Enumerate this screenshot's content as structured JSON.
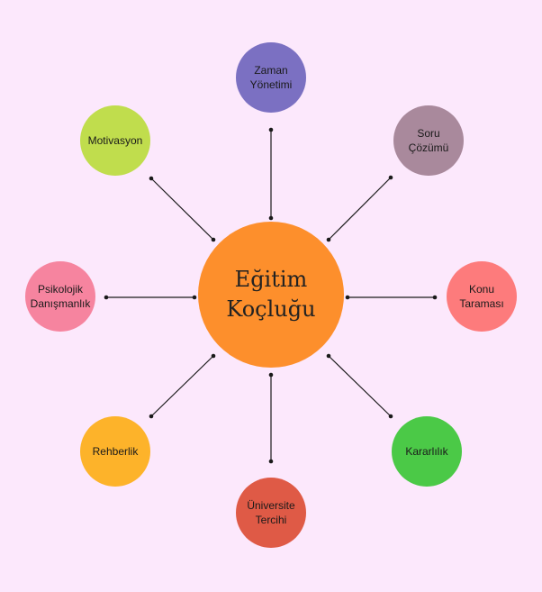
{
  "center": {
    "label": "Eğitim\nKoçluğu",
    "color": "#fd8f2c"
  },
  "nodes": [
    {
      "id": "zaman-yonetimi",
      "label": "Zaman\nYönetimi",
      "color": "#7b70c2"
    },
    {
      "id": "soru-cozumu",
      "label": "Soru\nÇözümü",
      "color": "#a9899c"
    },
    {
      "id": "konu-taramasi",
      "label": "Konu\nTaraması",
      "color": "#fd7b7c"
    },
    {
      "id": "kararlilik",
      "label": "Kararlılık",
      "color": "#4bc947"
    },
    {
      "id": "universite-tercihi",
      "label": "Üniversite\nTercihi",
      "color": "#df5a46"
    },
    {
      "id": "rehberlik",
      "label": "Rehberlik",
      "color": "#fdb32a"
    },
    {
      "id": "psikolojik-danismanlik",
      "label": "Psikolojik\nDanışmanlık",
      "color": "#f6849f"
    },
    {
      "id": "motivasyon",
      "label": "Motivasyon",
      "color": "#c0dd4d"
    }
  ]
}
